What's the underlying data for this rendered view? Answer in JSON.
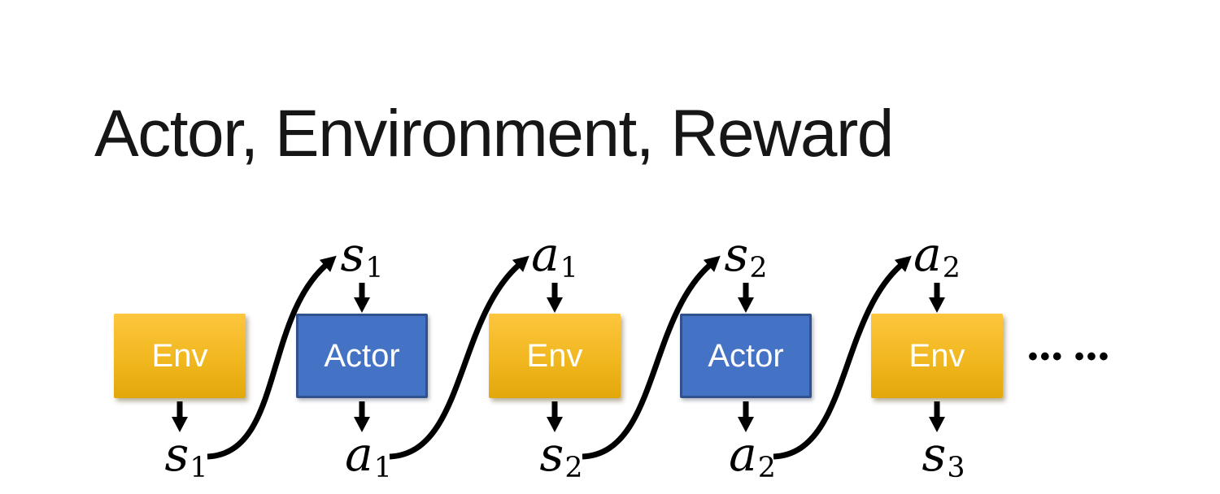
{
  "title": "Actor, Environment, Reward",
  "colors": {
    "background": "#ffffff",
    "title_text": "#161616",
    "env_gradient_top": "#fdc63e",
    "env_gradient_bottom": "#e2a70b",
    "actor_fill": "#4472c4",
    "actor_border": "#2f528f",
    "box_text": "#ffffff",
    "arrow_black": "#000000"
  },
  "diagram": {
    "boxes": [
      {
        "label": "Env",
        "kind": "environment"
      },
      {
        "label": "Actor",
        "kind": "actor"
      },
      {
        "label": "Env",
        "kind": "environment"
      },
      {
        "label": "Actor",
        "kind": "actor"
      },
      {
        "label": "Env",
        "kind": "environment"
      }
    ],
    "top_labels": [
      {
        "base": "s",
        "sub": "1"
      },
      {
        "base": "a",
        "sub": "1"
      },
      {
        "base": "s",
        "sub": "2"
      },
      {
        "base": "a",
        "sub": "2"
      }
    ],
    "bottom_labels": [
      {
        "base": "s",
        "sub": "1"
      },
      {
        "base": "a",
        "sub": "1"
      },
      {
        "base": "s",
        "sub": "2"
      },
      {
        "base": "a",
        "sub": "2"
      },
      {
        "base": "s",
        "sub": "3"
      }
    ],
    "ellipsis": "••• •••"
  }
}
